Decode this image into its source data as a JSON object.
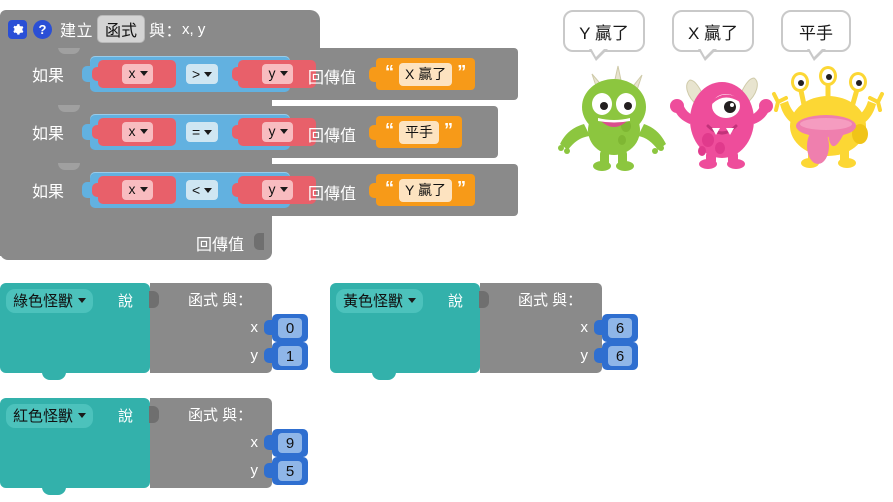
{
  "function_block": {
    "gear_icon": "gear-icon",
    "help_icon": "?",
    "header_prefix": "建立",
    "name": "函式",
    "header_with": "與：",
    "params": "x, y",
    "rows": [
      {
        "if_label": "如果",
        "left_var": "x",
        "operator": ">",
        "right_var": "y",
        "return_label": "回傳值",
        "return_text": "X 贏了"
      },
      {
        "if_label": "如果",
        "left_var": "x",
        "operator": "=",
        "right_var": "y",
        "return_label": "回傳值",
        "return_text": "平手"
      },
      {
        "if_label": "如果",
        "left_var": "x",
        "operator": "<",
        "right_var": "y",
        "return_label": "回傳值",
        "return_text": "Y 贏了"
      }
    ],
    "footer_return_label": "回傳值"
  },
  "speech_bubbles": [
    {
      "text": "Y 贏了"
    },
    {
      "text": "X 贏了"
    },
    {
      "text": "平手"
    }
  ],
  "monsters": [
    {
      "name": "green-monster",
      "color": "#8cc63f"
    },
    {
      "name": "pink-monster",
      "color": "#ee4d9b"
    },
    {
      "name": "yellow-monster",
      "color": "#fcd734"
    }
  ],
  "caller_blocks": [
    {
      "sprite": "綠色怪獸",
      "say_label": "說",
      "call_title": "函式 與：",
      "args": [
        {
          "name": "x",
          "value": "0"
        },
        {
          "name": "y",
          "value": "1"
        }
      ]
    },
    {
      "sprite": "黃色怪獸",
      "say_label": "說",
      "call_title": "函式 與：",
      "args": [
        {
          "name": "x",
          "value": "6"
        },
        {
          "name": "y",
          "value": "6"
        }
      ]
    },
    {
      "sprite": "紅色怪獸",
      "say_label": "說",
      "call_title": "函式 與：",
      "args": [
        {
          "name": "x",
          "value": "9"
        },
        {
          "name": "y",
          "value": "5"
        }
      ]
    }
  ],
  "colors": {
    "block_gray": "#8a8a8a",
    "logic_blue": "#62b1e0",
    "variable_red": "#e8606a",
    "text_orange": "#f79a18",
    "sprite_teal": "#33b1ab",
    "number_blue": "#2f6fd0"
  }
}
